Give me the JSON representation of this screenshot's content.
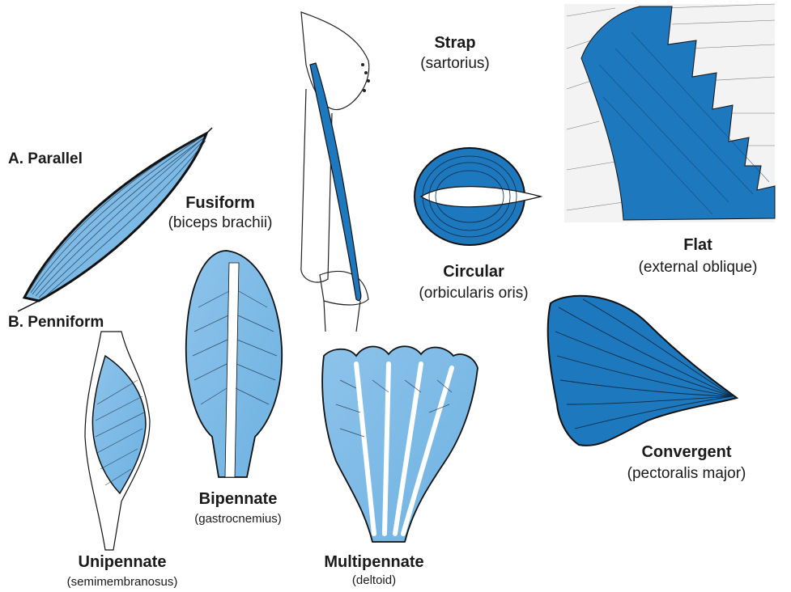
{
  "colors": {
    "muscle": "#1e78be",
    "muscle_light": "#8cc3ea",
    "outline": "#111111",
    "tendon": "#ffffff"
  },
  "sections": {
    "parallel": "A. Parallel",
    "penniform": "B. Penniform"
  },
  "muscles": {
    "fusiform": {
      "name": "Fusiform",
      "example": "(biceps brachii)"
    },
    "strap": {
      "name": "Strap",
      "example": "(sartorius)"
    },
    "circular": {
      "name": "Circular",
      "example": "(orbicularis oris)"
    },
    "flat": {
      "name": "Flat",
      "example": "(external oblique)"
    },
    "convergent": {
      "name": "Convergent",
      "example": "(pectoralis major)"
    },
    "unipennate": {
      "name": "Unipennate",
      "example": "(semimembranosus)"
    },
    "bipennate": {
      "name": "Bipennate",
      "example": "(gastrocnemius)"
    },
    "multipennate": {
      "name": "Multipennate",
      "example": "(deltoid)"
    }
  }
}
